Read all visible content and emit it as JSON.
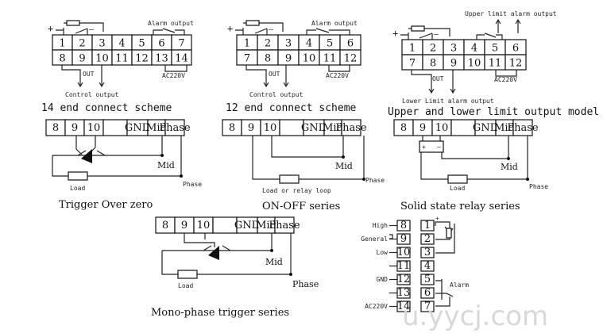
{
  "diagrams": {
    "d14": {
      "title": "14 end connect scheme",
      "alarm_label": "Alarm output",
      "out_label": "OUT",
      "control_label": "Control output",
      "ac_label": "AC220V",
      "top_row": [
        "1",
        "2",
        "3",
        "4",
        "5",
        "6",
        "7"
      ],
      "bottom_row": [
        "8",
        "9",
        "10",
        "11",
        "12",
        "13",
        "14"
      ],
      "plus": "+",
      "minus": "—"
    },
    "d12": {
      "title": "12 end connect scheme",
      "alarm_label": "Alarm output",
      "out_label": "OUT",
      "control_label": "Control output",
      "ac_label": "AC220V",
      "top_row": [
        "1",
        "2",
        "3",
        "4",
        "5",
        "6"
      ],
      "bottom_row": [
        "7",
        "8",
        "9",
        "10",
        "11",
        "12"
      ],
      "plus": "+",
      "minus": "—"
    },
    "dul": {
      "title": "Upper and lower limit output model",
      "upper_label": "Upper limit alarm output",
      "lower_label": "Lower Limit alarm output",
      "out_label": "OUT",
      "ac_label": "AC220V",
      "top_row": [
        "1",
        "2",
        "3",
        "4",
        "5",
        "6"
      ],
      "bottom_row": [
        "7",
        "8",
        "9",
        "10",
        "11",
        "12"
      ],
      "plus": "+",
      "minus": "—"
    }
  },
  "strips": {
    "trigger_zero": {
      "cells": [
        "8",
        "9",
        "10",
        "",
        "GND",
        "Mid",
        "Phase"
      ],
      "mid": "Mid",
      "load": "Load",
      "phase": "Phase",
      "caption": "Trigger Over zero"
    },
    "onoff": {
      "cells": [
        "8",
        "9",
        "10",
        "",
        "GND",
        "Mid",
        "Phase"
      ],
      "mid": "Mid",
      "load": "Load or relay loop",
      "phase": "Phase",
      "caption": "ON-OFF series"
    },
    "ssr": {
      "cells": [
        "8",
        "9",
        "10",
        "",
        "GND",
        "Mid",
        "Phase"
      ],
      "mid": "Mid",
      "load": "Load",
      "phase": "Phase",
      "caption": "Solid state  relay series",
      "plus": "+",
      "minus": "−"
    },
    "mono": {
      "cells": [
        "8",
        "9",
        "10",
        "",
        "GND",
        "Mid",
        "Phase"
      ],
      "mid": "Mid",
      "load": "Load",
      "phase": "Phase",
      "caption": "Mono-phase trigger series"
    }
  },
  "pinout": {
    "left_labels": [
      "High",
      "General",
      "Low",
      "",
      "GND",
      "",
      "AC220V"
    ],
    "left_pins": [
      "8",
      "9",
      "10",
      "11",
      "12",
      "13",
      "14"
    ],
    "right_pins": [
      "1",
      "2",
      "3",
      "4",
      "5",
      "6",
      "7"
    ],
    "plus": "+",
    "alarm": "Alarm"
  },
  "watermark": "u.yycj.com"
}
